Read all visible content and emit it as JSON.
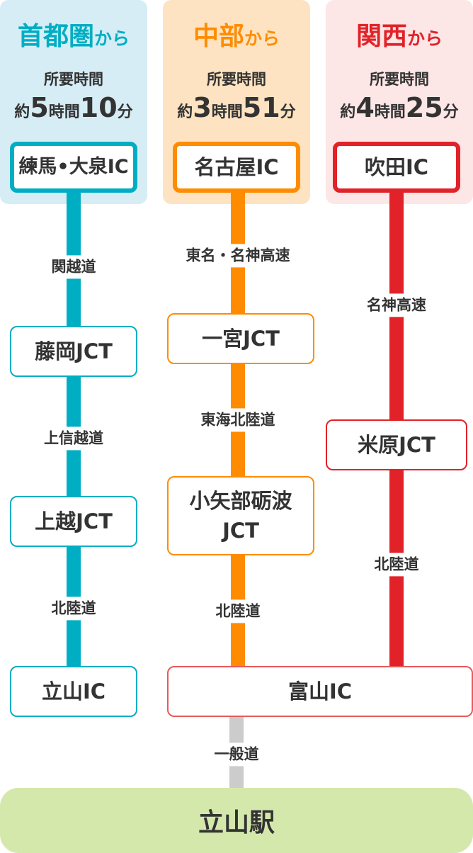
{
  "colors": {
    "tokyo": "#00aec4",
    "tokyo_bg": "#d6edf5",
    "chubu": "#ff8c00",
    "chubu_bg": "#fde3c1",
    "kansai": "#e12228",
    "kansai_bg": "#fde6e6",
    "general": "#cccccc",
    "station_bg": "#d5e8ab",
    "text": "#333333"
  },
  "regions": {
    "tokyo": {
      "name": "首都圏",
      "suffix": "から",
      "time_label": "所要時間",
      "time": {
        "prefix": "約",
        "hours": "5",
        "hours_unit": "時間",
        "minutes": "10",
        "minutes_unit": "分"
      }
    },
    "chubu": {
      "name": "中部",
      "suffix": "から",
      "time_label": "所要時間",
      "time": {
        "prefix": "約",
        "hours": "3",
        "hours_unit": "時間",
        "minutes": "51",
        "minutes_unit": "分"
      }
    },
    "kansai": {
      "name": "関西",
      "suffix": "から",
      "time_label": "所要時間",
      "time": {
        "prefix": "約",
        "hours": "4",
        "hours_unit": "時間",
        "minutes": "25",
        "minutes_unit": "分"
      }
    }
  },
  "routes": {
    "tokyo": {
      "start": "練馬•大泉IC",
      "road1": "関越道",
      "node1": "藤岡JCT",
      "road2": "上信越道",
      "node2": "上越JCT",
      "road3": "北陸道",
      "end": "立山IC"
    },
    "chubu": {
      "start": "名古屋IC",
      "road1": "東名・名神高速",
      "node1": "一宮JCT",
      "road2": "東海北陸道",
      "node2_line1": "小矢部砺波",
      "node2_line2": "JCT",
      "road3": "北陸道"
    },
    "kansai": {
      "start": "吹田IC",
      "road1": "名神高速",
      "node1": "米原JCT",
      "road2": "北陸道"
    },
    "toyama": {
      "node": "富山IC",
      "road": "一般道"
    }
  },
  "destination": "立山駅"
}
